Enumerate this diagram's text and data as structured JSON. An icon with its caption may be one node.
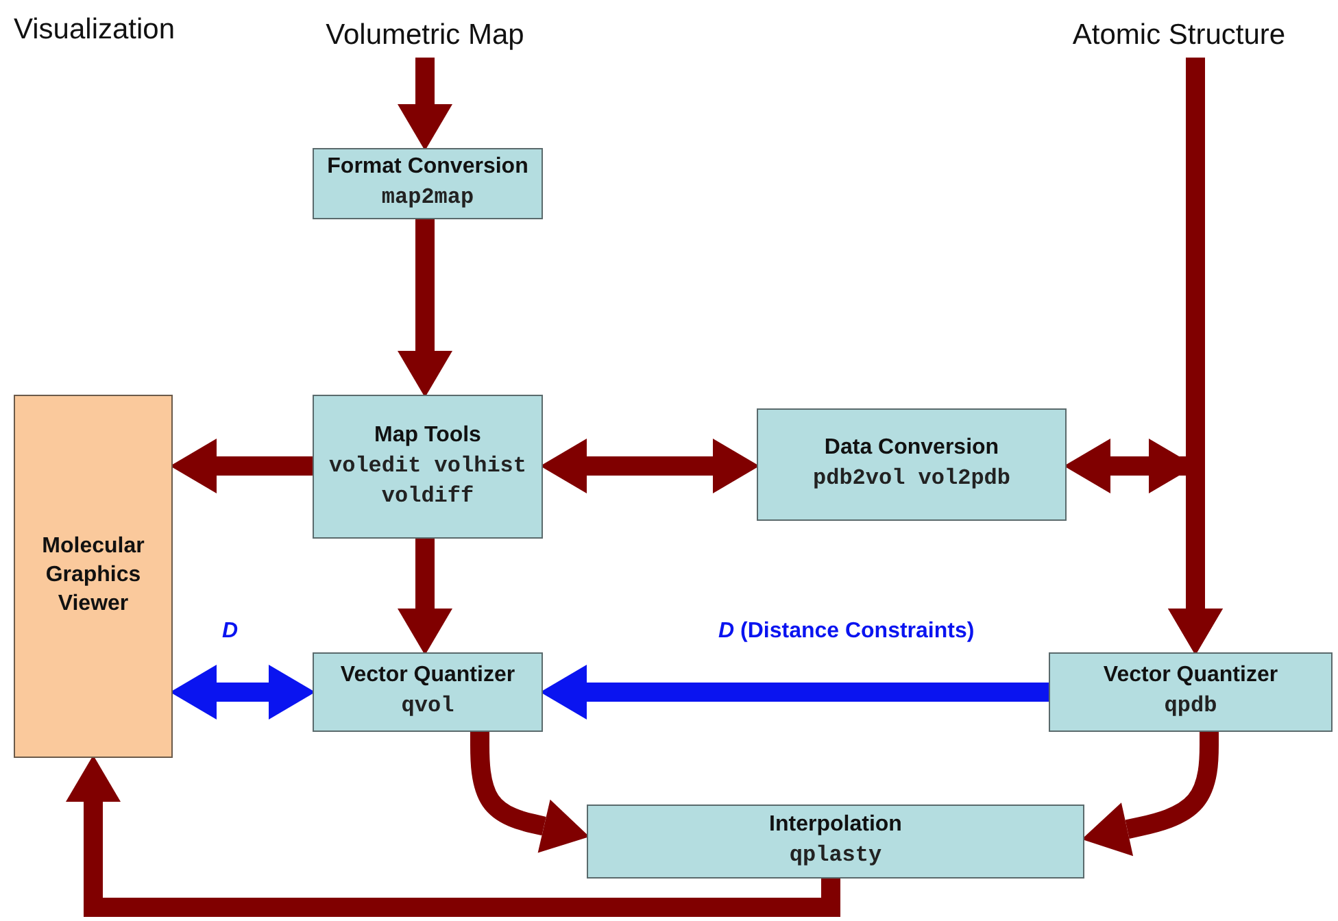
{
  "diagram": {
    "nodes": [
      {
        "text": [
          "Volumetric Map"
        ]
      },
      {
        "text": [
          "Atomic Structure"
        ]
      },
      {
        "text": [
          "Format Conversion",
          "map2map"
        ]
      },
      {
        "text": [
          "Molecular Graphics Viewer"
        ]
      },
      {
        "text": [
          "Map Tools",
          "voledit volhist voldiff"
        ]
      },
      {
        "text": [
          "Data Conversion",
          "pdb2vol vol2pdb"
        ]
      },
      {
        "text": [
          "Vector Quantizer",
          "qvol"
        ]
      },
      {
        "text": [
          "Vector Quantizer",
          "qpdb"
        ]
      },
      {
        "text": [
          "Interpolation",
          "qplasty"
        ]
      }
    ],
    "edges": [
      {
        "from": 0,
        "to": 2,
        "arrow": "to"
      },
      {
        "from": 2,
        "to": 4,
        "arrow": "to"
      },
      {
        "from": 4,
        "to": 3,
        "arrow": "to"
      },
      {
        "from": 4,
        "to": 5,
        "arrow": "both"
      },
      {
        "from": 5,
        "to": 7,
        "arrow": "both"
      },
      {
        "from": 1,
        "to": 7,
        "arrow": "to"
      },
      {
        "from": 4,
        "to": 6,
        "arrow": "to"
      },
      {
        "from": 3,
        "to": 6,
        "arrow": "both",
        "label": "*D*",
        "color": "#0a14f0"
      },
      {
        "from": 7,
        "to": 6,
        "arrow": "to",
        "label": "*D* (Distance Constraints)",
        "color": "#0a14f0"
      },
      {
        "from": 6,
        "to": 8,
        "arrow": "to"
      },
      {
        "from": 7,
        "to": 8,
        "arrow": "to"
      },
      {
        "from": 8,
        "to": 3,
        "arrow": "to"
      }
    ],
    "labels": [
      "Visualization"
    ]
  }
}
